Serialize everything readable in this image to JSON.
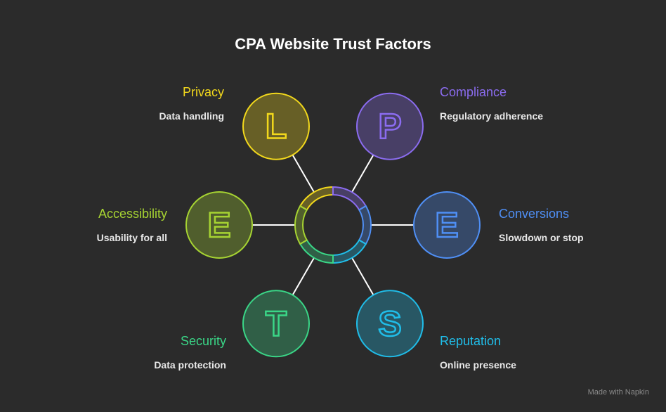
{
  "title": "CPA Website Trust Factors",
  "factors": [
    {
      "label": "Privacy",
      "desc": "Data handling",
      "letter": "L",
      "color": "#f2d81c"
    },
    {
      "label": "Compliance",
      "desc": "Regulatory adherence",
      "letter": "P",
      "color": "#8b6cf0"
    },
    {
      "label": "Conversions",
      "desc": "Slowdown or stop",
      "letter": "E",
      "color": "#4f8ff5"
    },
    {
      "label": "Reputation",
      "desc": "Online presence",
      "letter": "S",
      "color": "#20bde9"
    },
    {
      "label": "Security",
      "desc": "Data protection",
      "letter": "T",
      "color": "#3ad687"
    },
    {
      "label": "Accessibility",
      "desc": "Usability for all",
      "letter": "E",
      "color": "#a6d332"
    }
  ],
  "footer": "Made with Napkin"
}
